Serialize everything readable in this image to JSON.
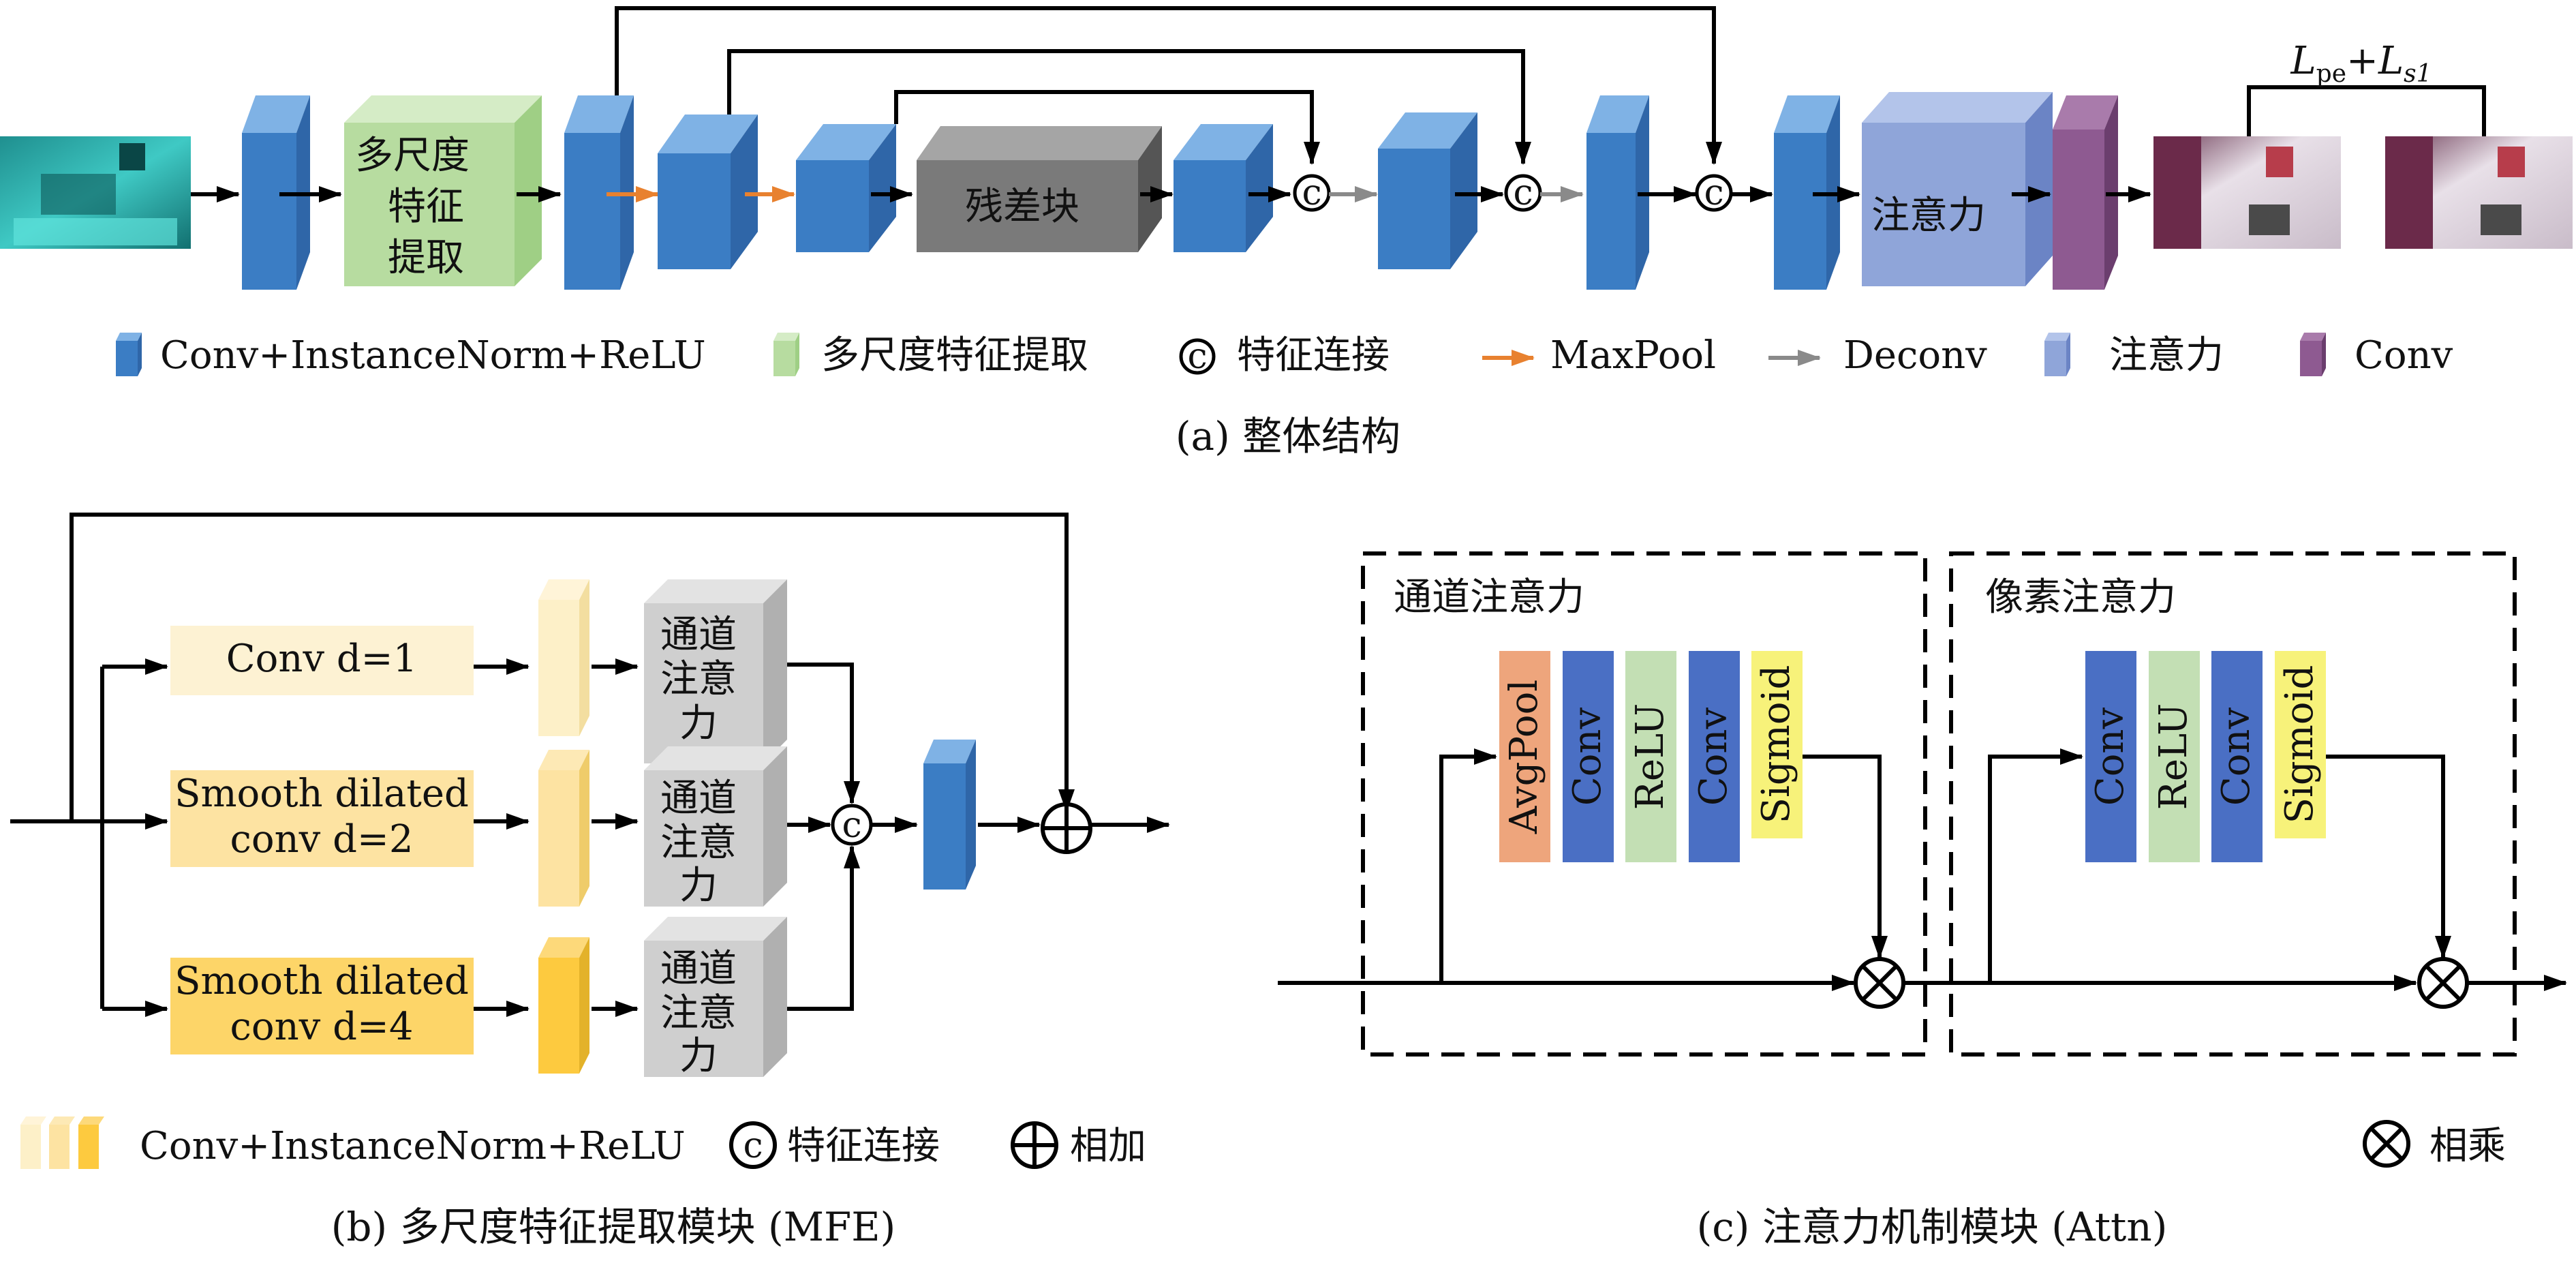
{
  "colors": {
    "conv_blue_front": "#3b7dc4",
    "conv_blue_top": "#7fb2e5",
    "conv_blue_side": "#2f66a8",
    "mfe_green": "#b7dca0",
    "residual_gray": "#7a7a7a",
    "attention_lavender": "#8fa5d9",
    "conv_purple": "#8e5a91",
    "maxpool_orange": "#e8812f",
    "deconv_gray": "#8a8a8a",
    "avgpool_salmon": "#eea57c",
    "conv_dark_blue": "#4a6fc4",
    "relu_green": "#c3dfb4",
    "sigmoid_yellow": "#f7f27a",
    "cube_gray": "#cfcfcf",
    "d1_fill": "#fdf2d3",
    "d2_fill": "#fde3a2",
    "d4_fill": "#fdd568"
  },
  "panel_a": {
    "blocks": {
      "mfe": [
        "多尺度",
        "特征",
        "提取"
      ],
      "residual": "残差块",
      "attention": "注意力"
    },
    "concat_symbol": "c",
    "loss_label": {
      "L": "L",
      "pe_sub": "pe",
      "plus": "+",
      "s1_sub": "s1"
    },
    "legend": [
      {
        "icon": "conv-block-icon",
        "text": "Conv+InstanceNorm+ReLU"
      },
      {
        "icon": "mfe-block-icon",
        "text": "多尺度特征提取"
      },
      {
        "icon": "concat-icon",
        "symbol": "c",
        "text": "特征连接"
      },
      {
        "icon": "orange-arrow-icon",
        "text": "MaxPool"
      },
      {
        "icon": "gray-arrow-icon",
        "text": "Deconv"
      },
      {
        "icon": "attention-block-icon",
        "text": "注意力"
      },
      {
        "icon": "purple-conv-icon",
        "text": "Conv"
      }
    ],
    "caption": "(a) 整体结构"
  },
  "panel_b": {
    "branches": [
      {
        "lines": [
          "Conv d=1"
        ]
      },
      {
        "lines": [
          "Smooth dilated",
          "conv d=2"
        ]
      },
      {
        "lines": [
          "Smooth dilated",
          "conv d=4"
        ]
      }
    ],
    "channel_attention_lines": [
      "通道",
      "注意",
      "力"
    ],
    "legend": {
      "conv": "Conv+InstanceNorm+ReLU",
      "concat_symbol": "c",
      "concat": "特征连接",
      "add": "相加"
    },
    "caption": "(b) 多尺度特征提取模块 (MFE)"
  },
  "panel_c": {
    "channel_attention": {
      "title": "通道注意力",
      "bars": [
        "AvgPool",
        "Conv",
        "ReLU",
        "Conv",
        "Sigmoid"
      ]
    },
    "pixel_attention": {
      "title": "像素注意力",
      "bars": [
        "Conv",
        "ReLU",
        "Conv",
        "Sigmoid"
      ]
    },
    "multiply_legend": "相乘",
    "caption": "(c) 注意力机制模块 (Attn)"
  }
}
